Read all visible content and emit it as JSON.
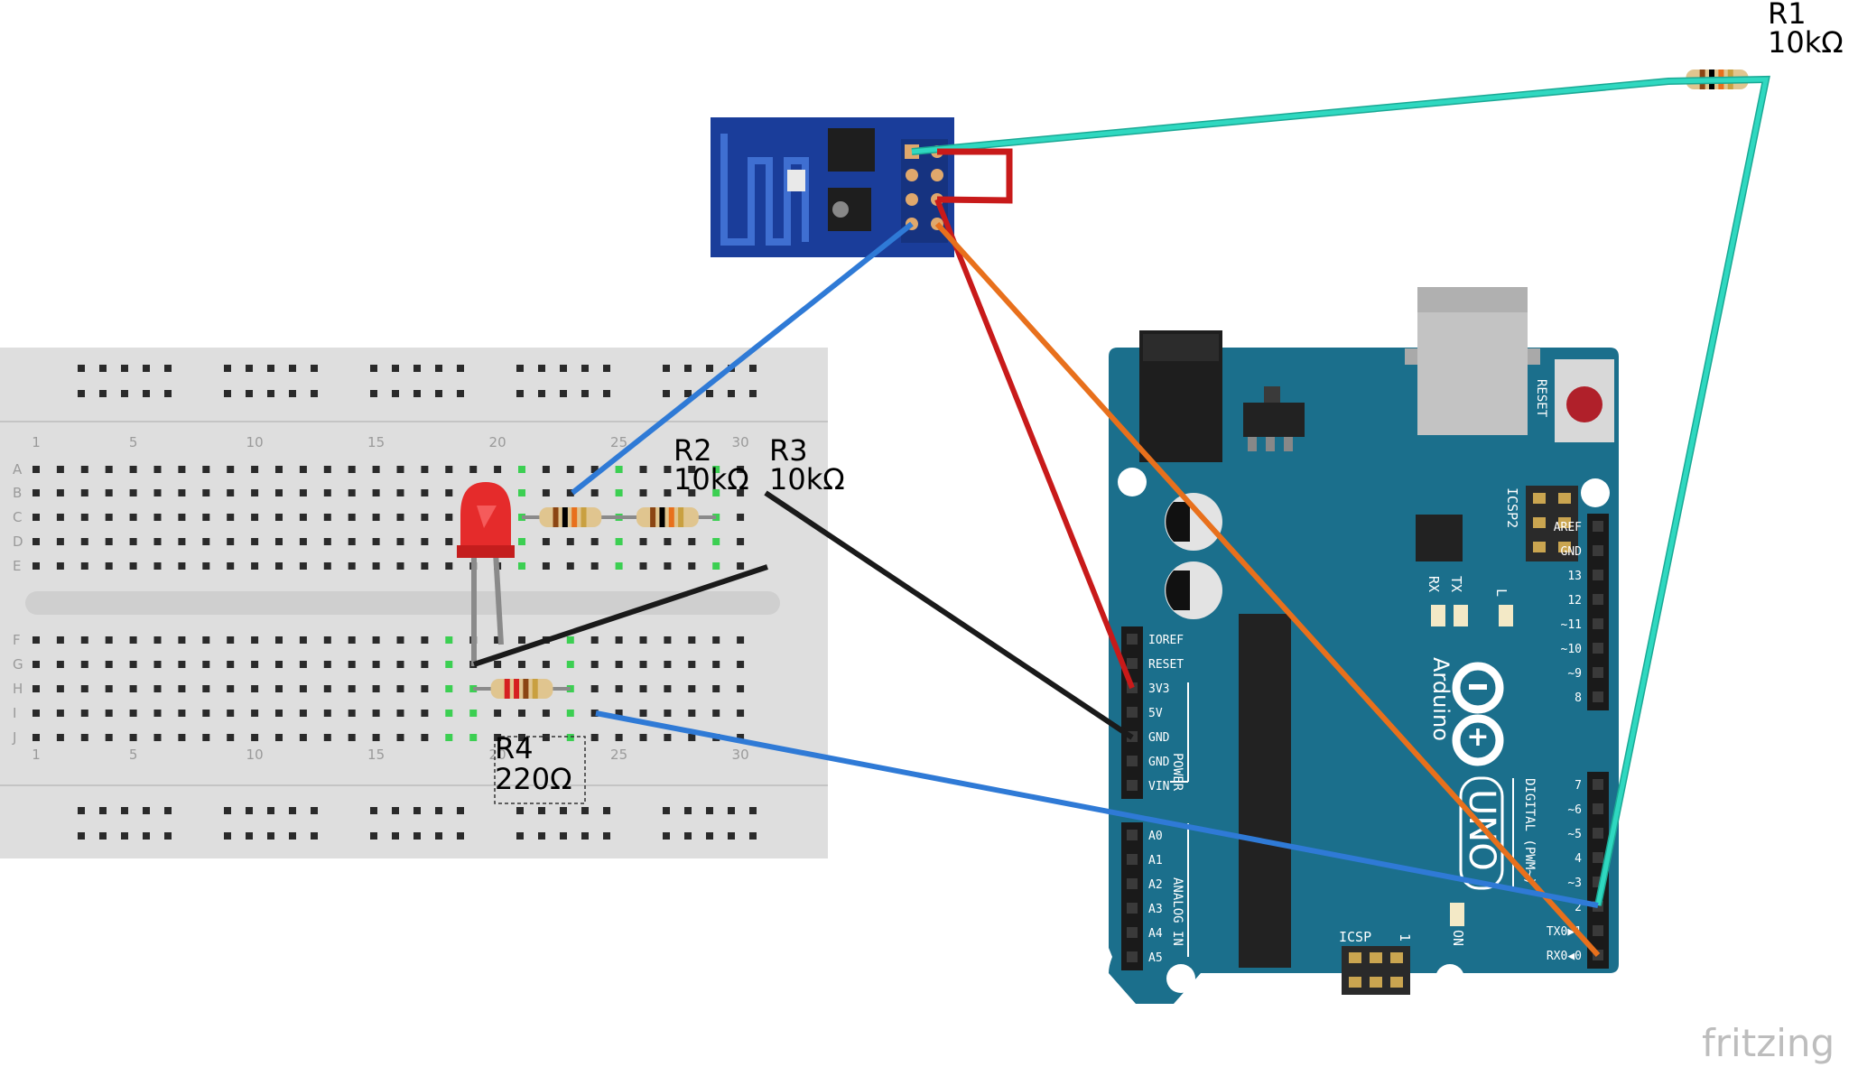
{
  "breadboard": {
    "column_numbers": [
      "1",
      "5",
      "10",
      "15",
      "20",
      "25",
      "30"
    ],
    "row_letters_top": [
      "A",
      "B",
      "C",
      "D",
      "E"
    ],
    "row_letters_bottom": [
      "F",
      "G",
      "H",
      "I",
      "J"
    ]
  },
  "components": {
    "r1": {
      "ref": "R1",
      "value": "10kΩ"
    },
    "r2": {
      "ref": "R2",
      "value": "10kΩ"
    },
    "r3": {
      "ref": "R3",
      "value": "10kΩ"
    },
    "r4": {
      "ref": "R4",
      "value": "220Ω"
    }
  },
  "arduino": {
    "reset_label": "RESET",
    "icsp2_label": "ICSP2",
    "icsp_label": "ICSP",
    "icsp_pin1": "1",
    "rx_label": "RX",
    "tx_label": "TX",
    "l_label": "L",
    "on_label": "ON",
    "brand": "Arduino",
    "model": "UNO",
    "power_header_label": "POWER",
    "analog_header_label": "ANALOG IN",
    "digital_header_label": "DIGITAL (PWM~)",
    "power_pins": [
      "IOREF",
      "RESET",
      "3V3",
      "5V",
      "GND",
      "GND",
      "VIN"
    ],
    "analog_pins": [
      "A0",
      "A1",
      "A2",
      "A3",
      "A4",
      "A5"
    ],
    "digital_pins_upper": [
      "AREF",
      "GND",
      "13",
      "12",
      "~11",
      "~10",
      "~9",
      "8"
    ],
    "digital_pins_lower": [
      "7",
      "~6",
      "~5",
      "4",
      "~3",
      "2",
      "TX0▶1",
      "RX0◀0"
    ]
  },
  "watermark": "fritzing",
  "colors": {
    "board_blue": "#1b6f8c",
    "esp_blue": "#1a3d9a",
    "wire_cyan": "#2fd8c0",
    "wire_blue": "#2f7ad6",
    "wire_red": "#c81a1a",
    "wire_orange": "#e8701c",
    "wire_black": "#1a1a1a",
    "led_red": "#e52b2b",
    "breadboard_gray": "#dedede"
  }
}
